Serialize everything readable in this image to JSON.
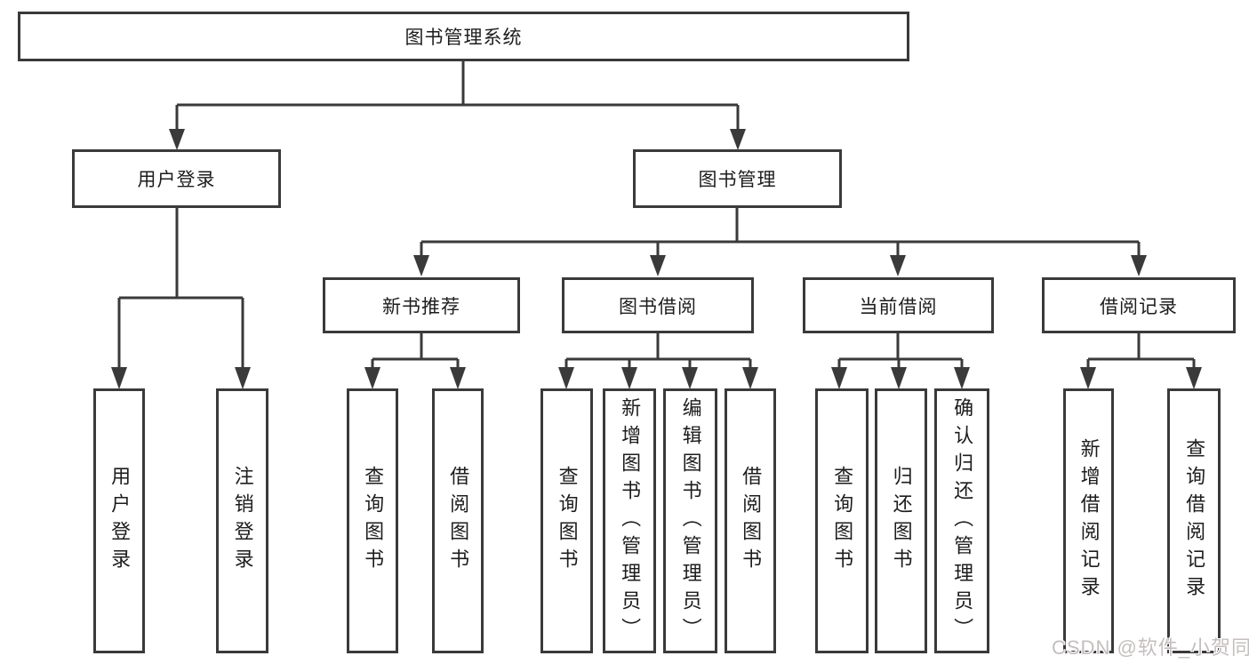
{
  "root": {
    "label": "图书管理系统",
    "children": [
      {
        "label": "用户登录",
        "children": [
          {
            "label": "用户登录"
          },
          {
            "label": "注销登录"
          }
        ]
      },
      {
        "label": "图书管理",
        "children": [
          {
            "label": "新书推荐",
            "children": [
              {
                "label": "查询图书"
              },
              {
                "label": "借阅图书"
              }
            ]
          },
          {
            "label": "图书借阅",
            "children": [
              {
                "label": "查询图书"
              },
              {
                "label": "新增图书（管理员）"
              },
              {
                "label": "编辑图书（管理员）"
              },
              {
                "label": "借阅图书"
              }
            ]
          },
          {
            "label": "当前借阅",
            "children": [
              {
                "label": "查询图书"
              },
              {
                "label": "归还图书"
              },
              {
                "label": "确认归还（管理员）"
              }
            ]
          },
          {
            "label": "借阅记录",
            "children": [
              {
                "label": "新增借阅记录"
              },
              {
                "label": "查询借阅记录"
              }
            ]
          }
        ]
      }
    ]
  },
  "watermark": {
    "text": "CSDN @软件_小贺同学"
  },
  "colors": {
    "line": "#3a3a3a",
    "text": "#1d1d1d",
    "background": "#ffffff",
    "watermark": "#c5bebe"
  }
}
